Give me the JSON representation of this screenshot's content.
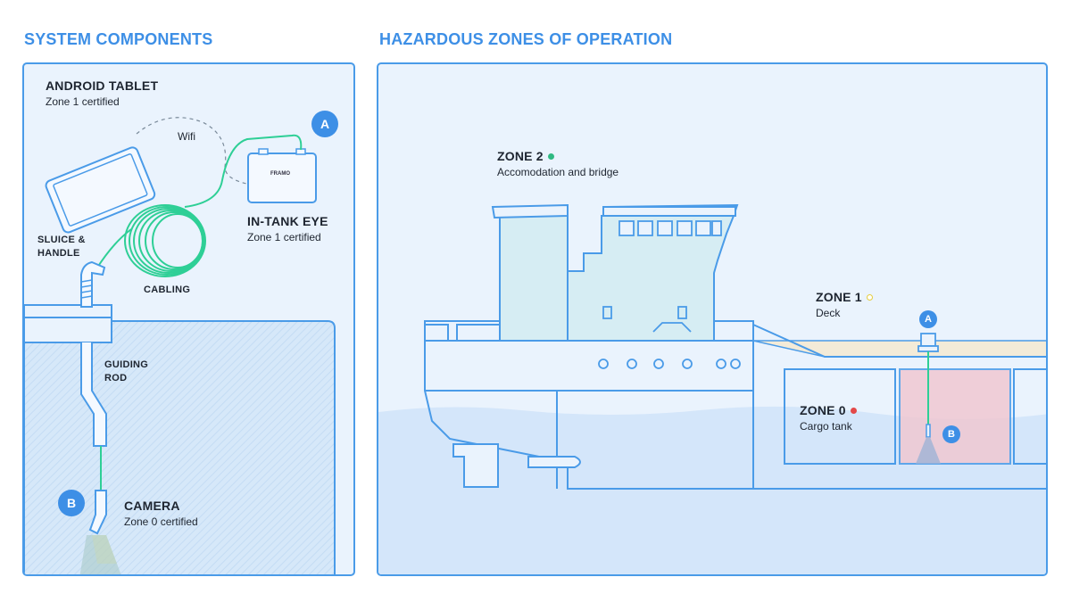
{
  "left": {
    "title": "SYSTEM COMPONENTS",
    "tablet": {
      "name": "ANDROID TABLET",
      "cert": "Zone 1 certified"
    },
    "wifi": "Wifi",
    "intank": {
      "name": "IN-TANK EYE",
      "cert": "Zone 1 certified",
      "brand": "FRAMO"
    },
    "sluice_line1": "SLUICE &",
    "sluice_line2": "HANDLE",
    "cabling": "CABLING",
    "guiding_line1": "GUIDING",
    "guiding_line2": "ROD",
    "camera": {
      "name": "CAMERA",
      "cert": "Zone 0 certified"
    },
    "badge_a": "A",
    "badge_b": "B"
  },
  "right": {
    "title": "HAZARDOUS ZONES OF OPERATION",
    "zone2": {
      "name": "ZONE 2",
      "desc": "Accomodation and bridge",
      "color": "#2fb982"
    },
    "zone1": {
      "name": "ZONE 1",
      "desc": "Deck",
      "color": "#e5cc3c"
    },
    "zone0": {
      "name": "ZONE 0",
      "desc": "Cargo tank",
      "color": "#e34848"
    },
    "badge_a": "A",
    "badge_b": "B"
  }
}
